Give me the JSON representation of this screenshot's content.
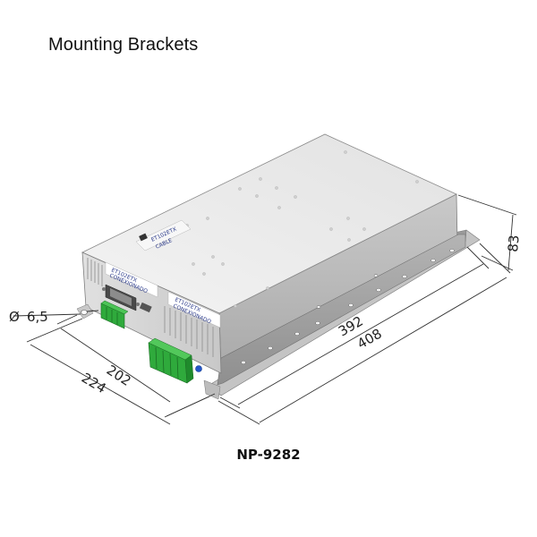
{
  "header": {
    "title": "Mounting Brackets"
  },
  "model": "NP-9282",
  "dimensions": {
    "hole_diameter": "6,5",
    "width_outer": "224",
    "width_inner": "202",
    "length_inner": "392",
    "length_outer": "408",
    "height": "83"
  },
  "device_labels": {
    "front_sticker_line1": "ET102ETX",
    "front_sticker_line2": "CONEXIONADO",
    "side_sticker_line1": "ET102ETX",
    "side_sticker_line2": "CONEXIONADO",
    "top_label_line1": "ET102ETX",
    "top_label_line2": "CABLE"
  },
  "symbols": {
    "diameter": "Ø"
  },
  "colors": {
    "connector_green": "#2faa3c",
    "chassis_top": "#ececec",
    "chassis_side": "#b9b9b9",
    "bracket": "#a6a6a6"
  }
}
